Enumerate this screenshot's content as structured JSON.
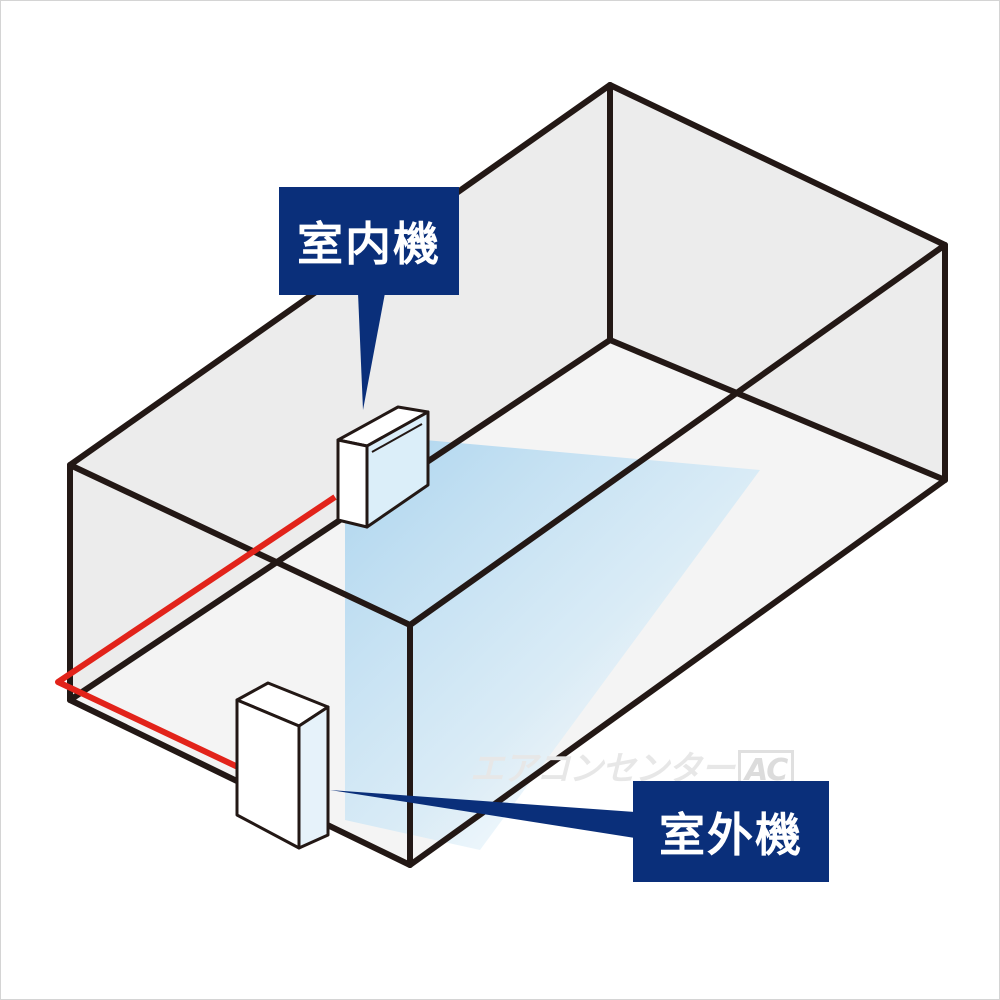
{
  "labels": {
    "indoor": "室内機",
    "outdoor": "室外機"
  },
  "watermark": {
    "text": "エアコンセンター",
    "logo": "AC"
  },
  "colors": {
    "label_bg": "#0a2f7a",
    "room_edge": "#231815",
    "pipe": "#e2231a",
    "wall_fill": "#ececec",
    "airflow": "#bfe0f3"
  },
  "icons": [
    "indoor-unit-icon",
    "outdoor-unit-icon"
  ]
}
